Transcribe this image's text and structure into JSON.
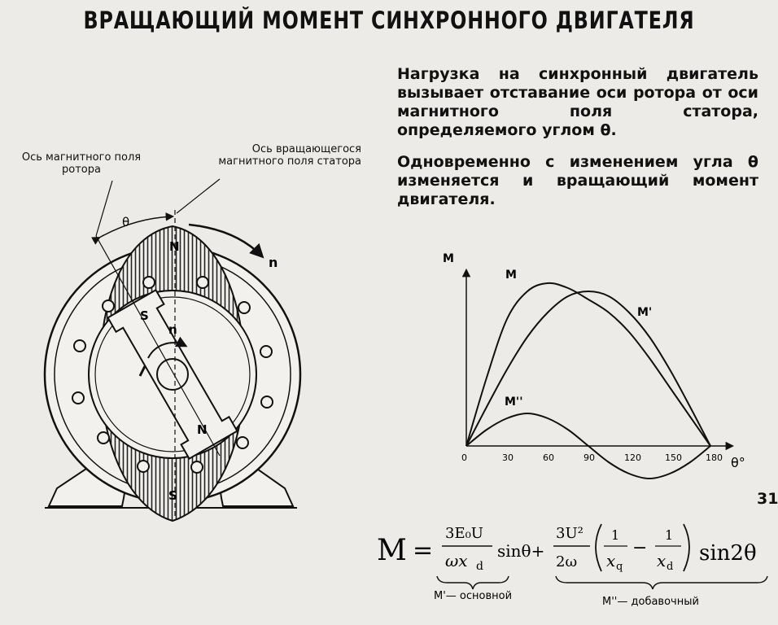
{
  "title": "ВРАЩАЮЩИЙ МОМЕНТ СИНХРОННОГО ДВИГАТЕЛЯ",
  "text": {
    "p1": "Нагрузка на синхронный двигатель вызывает отставание оси ротора от оси магнитного поля статора, определяемого углом θ.",
    "p2": "Одновременно с изменением угла θ изменяется и вращающий момент двигателя."
  },
  "diagram": {
    "rotor_axis_label": "Ось магнитного поля ротора",
    "stator_axis_label": "Ось вращающегося магнитного поля статора",
    "theta": "θ",
    "n_outer": "n",
    "n_inner": "n",
    "pole_n_top": "N",
    "pole_s_bottom": "S",
    "rotor_s": "S",
    "rotor_n": "N"
  },
  "chart_data": {
    "type": "line",
    "xlabel": "θ°",
    "ylabel": "M",
    "x_ticks": [
      "0",
      "30",
      "60",
      "90",
      "120",
      "150",
      "180"
    ],
    "xlim": [
      0,
      190
    ],
    "series": [
      {
        "name": "M",
        "x": [
          0,
          15,
          30,
          45,
          60,
          75,
          90,
          105,
          120,
          135,
          150,
          165,
          180
        ],
        "y": [
          0,
          0.42,
          0.78,
          0.95,
          1.0,
          0.97,
          0.9,
          0.82,
          0.7,
          0.54,
          0.36,
          0.18,
          0
        ]
      },
      {
        "name": "M'",
        "x": [
          0,
          15,
          30,
          45,
          60,
          75,
          90,
          105,
          120,
          135,
          150,
          165,
          180
        ],
        "y": [
          0,
          0.24,
          0.47,
          0.67,
          0.82,
          0.92,
          0.95,
          0.92,
          0.82,
          0.67,
          0.47,
          0.24,
          0
        ]
      },
      {
        "name": "M''",
        "x": [
          0,
          15,
          30,
          45,
          60,
          75,
          90,
          105,
          120,
          135,
          150,
          165,
          180
        ],
        "y": [
          0,
          0.1,
          0.17,
          0.2,
          0.17,
          0.1,
          0,
          -0.1,
          -0.17,
          -0.2,
          -0.17,
          -0.1,
          0
        ]
      }
    ]
  },
  "formula": {
    "lhs": "M",
    "eq": "=",
    "t1_num": "3E₀U",
    "t1_den": "ωx",
    "t1_den_sub": "d",
    "sin1": "sinθ+",
    "t2_num": "3U²",
    "t2_den": "2ω",
    "f1_num": "1",
    "f1_den": "x",
    "f1_sub": "q",
    "minus": "−",
    "f2_num": "1",
    "f2_den": "x",
    "f2_sub": "d",
    "sin2": "sin2θ",
    "brace1_label": "M'— основной",
    "brace2_label": "M''— добавочный"
  },
  "page_number": "31"
}
